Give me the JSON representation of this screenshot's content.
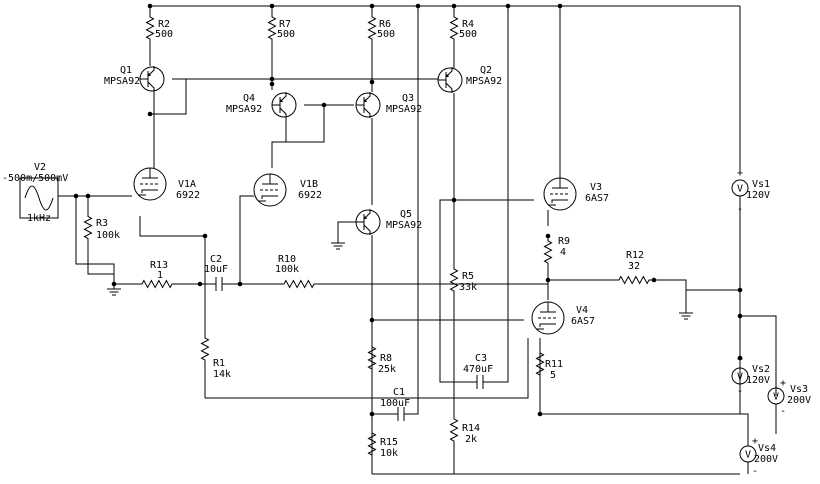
{
  "labels": {
    "v2": "V2",
    "v2_range": "-500m/500mV",
    "v2_freq": "1kHz",
    "r2": "R2",
    "r2_val": "500",
    "r7": "R7",
    "r7_val": "500",
    "r6": "R6",
    "r6_val": "500",
    "r4": "R4",
    "r4_val": "500",
    "q1": "Q1",
    "q1_part": "MPSA92",
    "q2": "Q2",
    "q2_part": "MPSA92",
    "q3": "Q3",
    "q3_part": "MPSA92",
    "q4": "Q4",
    "q4_part": "MPSA92",
    "q5": "Q5",
    "q5_part": "MPSA92",
    "v1a": "V1A",
    "v1a_part": "6922",
    "v1b": "V1B",
    "v1b_part": "6922",
    "v3": "V3",
    "v3_part": "6AS7",
    "v4": "V4",
    "v4_part": "6AS7",
    "r3": "R3",
    "r3_val": "100k",
    "r13": "R13",
    "r13_val": "1",
    "c2": "C2",
    "c2_val": "10uF",
    "r10": "R10",
    "r10_val": "100k",
    "r9": "R9",
    "r9_val": "4",
    "r12": "R12",
    "r12_val": "32",
    "r5": "R5",
    "r5_val": "33k",
    "r1": "R1",
    "r1_val": "14k",
    "r8": "R8",
    "r8_val": "25k",
    "c3": "C3",
    "c3_val": "470uF",
    "r11": "R11",
    "r11_val": "5",
    "c1": "C1",
    "c1_val": "100uF",
    "r14": "R14",
    "r14_val": "2k",
    "r15": "R15",
    "r15_val": "10k",
    "vs1": "Vs1",
    "vs1_val": "120V",
    "vs2": "Vs2",
    "vs2_val": "120V",
    "vs3": "Vs3",
    "vs3_val": "200V",
    "vs4": "Vs4",
    "vs4_val": "200V",
    "plus": "+",
    "minus": "-",
    "meter_symbol": "V"
  },
  "icons": {
    "resistor": "resistor-zigzag-icon",
    "capacitor": "capacitor-icon",
    "transistor": "pnp-transistor-icon",
    "triode": "triode-tube-icon",
    "source": "voltage-source-icon",
    "ground": "ground-icon",
    "generator": "sine-generator-icon"
  },
  "colors": {
    "ink": "#000000",
    "background": "#ffffff"
  }
}
